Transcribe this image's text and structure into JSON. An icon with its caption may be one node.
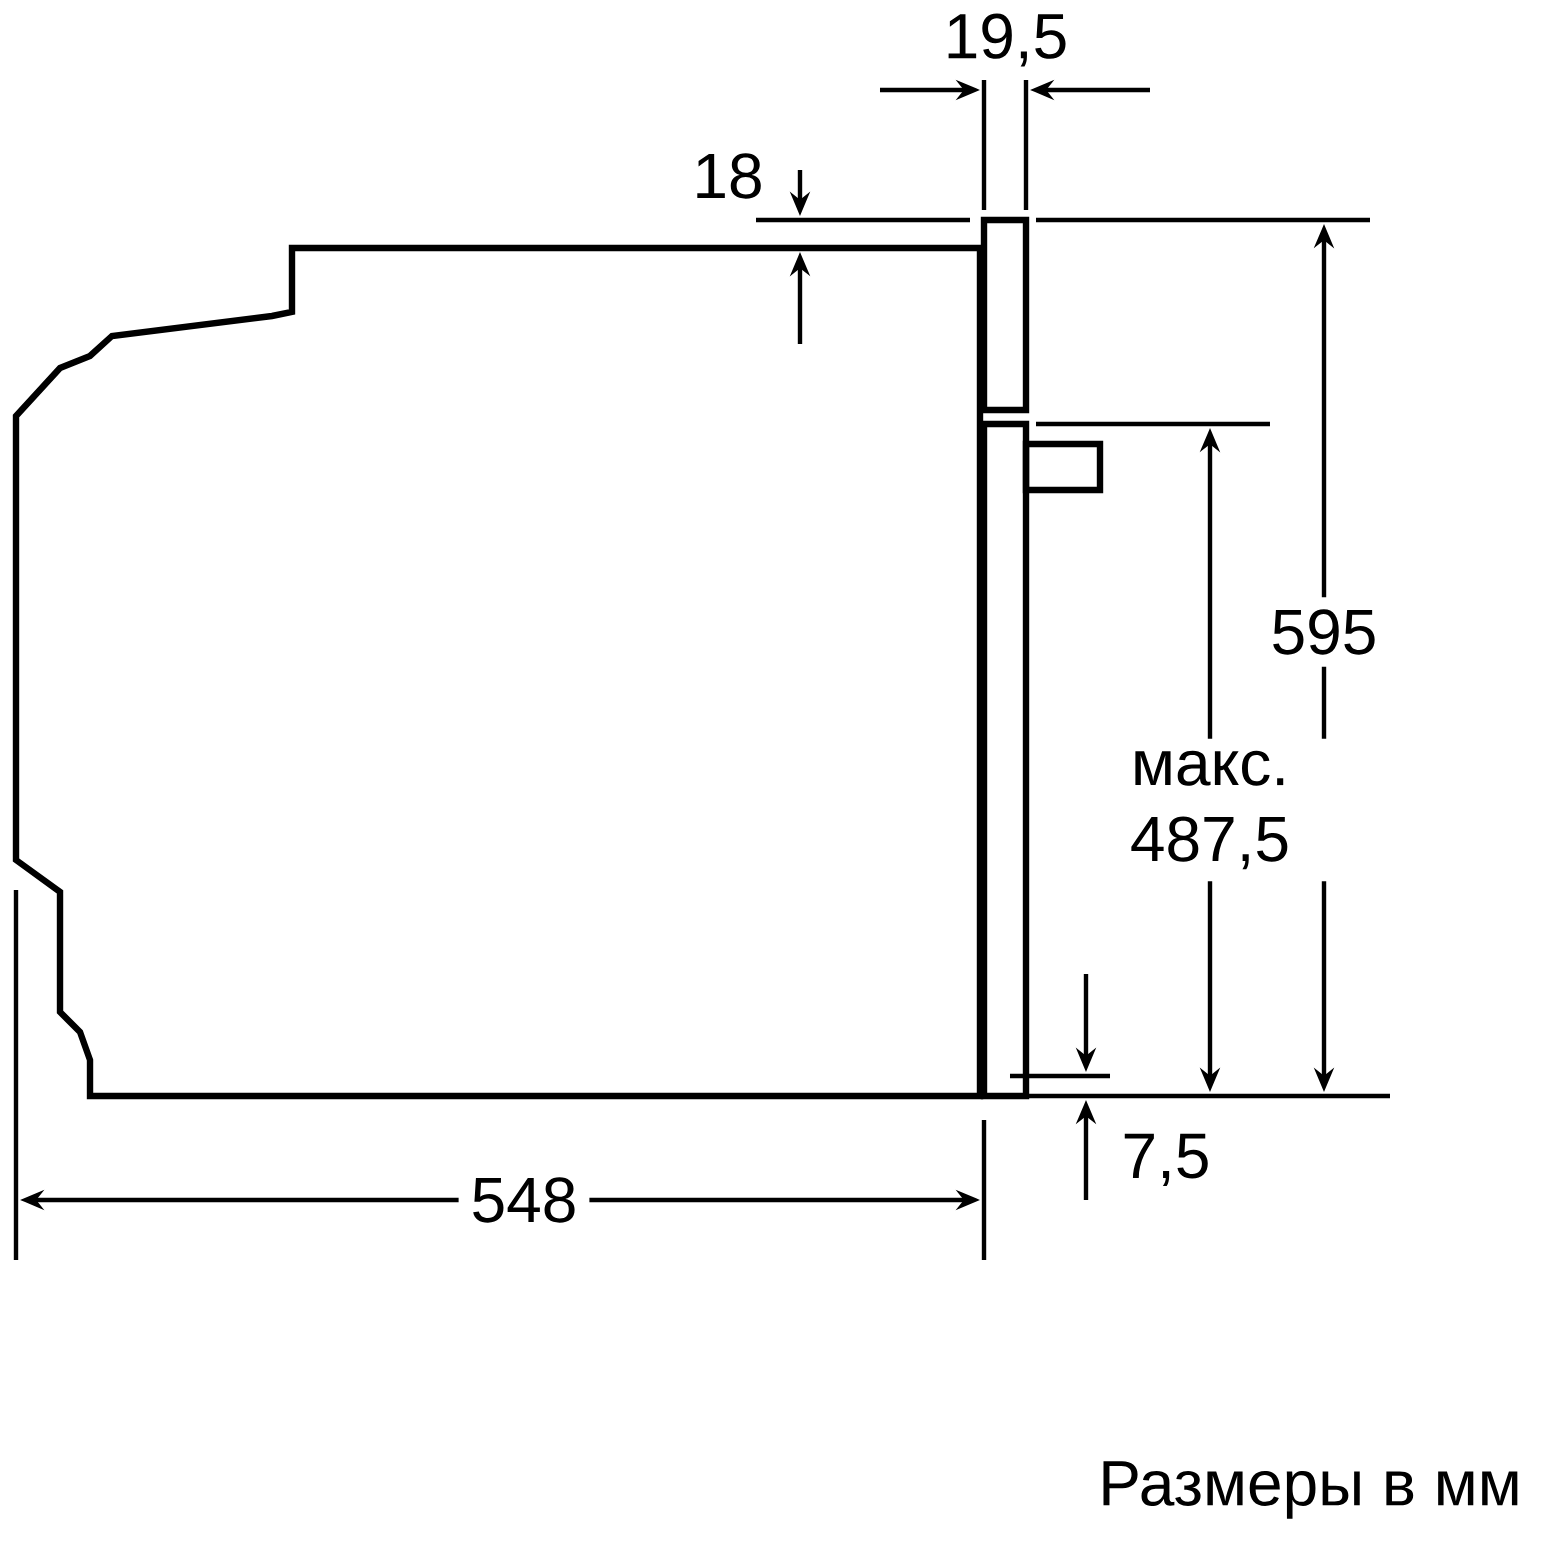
{
  "diagram": {
    "labels": [
      "19,5",
      "18",
      "595",
      "макс. 487,5",
      "7,5",
      "548",
      "Размеры в мм"
    ]
  }
}
